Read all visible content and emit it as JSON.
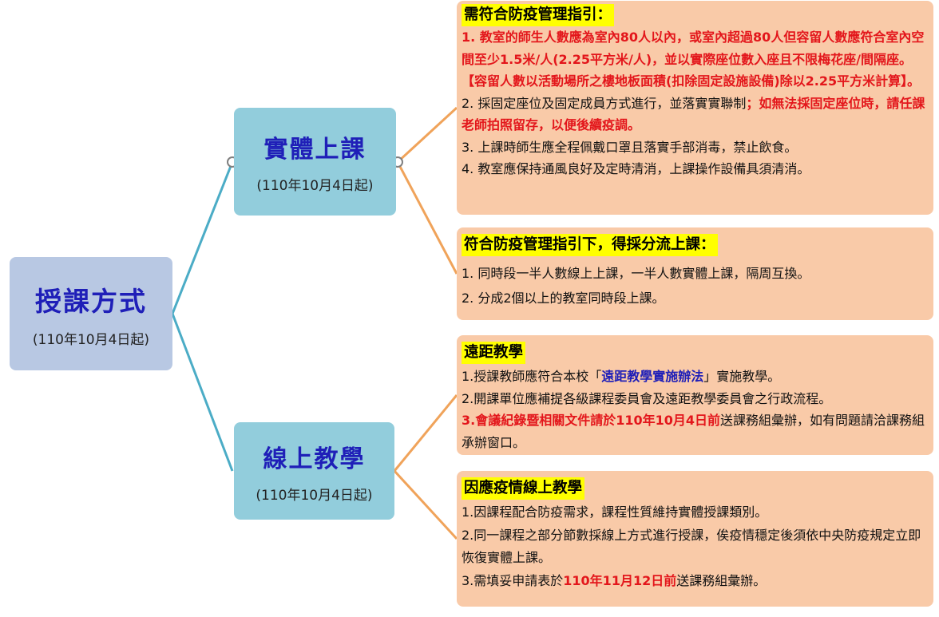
{
  "root": {
    "title": "授課方式",
    "date": "(110年10月4日起)"
  },
  "branch_physical": {
    "title": "實體上課",
    "date": "(110年10月4日起)"
  },
  "branch_online": {
    "title": "線上教學",
    "date": "(110年10月4日起)"
  },
  "card_guidelines": {
    "heading": "需符合防疫管理指引：",
    "item1": "1. 教室的師生人數應為室內80人以內，或室內超過80人但容留人數應符合室內空間至少1.5米/人(2.25平方米/人)，並以實際座位數入座且不限梅花座/間隔座。【容留人數以活動場所之樓地板面積(扣除固定設施設備)除以2.25平方米計算】。",
    "item2_normal": "2. 採固定座位及固定成員方式進行，並落實實聯制",
    "item2_red": "；如無法採固定座位時，請任課老師拍照留存，以便後續疫調。",
    "item3": "3. 上課時師生應全程佩戴口罩且落實手部消毒，禁止飲食。",
    "item4": "4. 教室應保持通風良好及定時清消，上課操作設備具須清消。"
  },
  "card_split": {
    "heading": "符合防疫管理指引下，得採分流上課：",
    "item1": "1. 同時段一半人數線上上課，一半人數實體上課，隔周互換。",
    "item2": "2. 分成2個以上的教室同時段上課。"
  },
  "card_remote": {
    "heading": "遠距教學",
    "item1_pre": "1.授課教師應符合本校「",
    "item1_blue": "遠距教學實施辦法",
    "item1_post": "」實施教學。",
    "item2": "2.開課單位應補提各級課程委員會及遠距教學委員會之行政流程。",
    "item3_red": "3.會議紀錄暨相關文件請於110年10月4日前",
    "item3_post": "送課務組彙辦，如有問題請洽課務組承辦窗口。"
  },
  "card_epidemic": {
    "heading": "因應疫情線上教學",
    "item1": "1.因課程配合防疫需求，課程性質維持實體授課類別。",
    "item2": "2.同一課程之部分節數採線上方式進行授課，俟疫情穩定後須依中央防疫規定立即恢復實體上課。",
    "item3_pre": "3.需填妥申請表於",
    "item3_red": "110年11月12日前",
    "item3_post": "送課務組彙辦。"
  },
  "colors": {
    "root_fill": "#b8c8e3",
    "branch_fill": "#92cddc",
    "card_fill": "#f9caa8",
    "highlight": "#ffff00",
    "title_blue": "#1f1fb8",
    "alert_red": "#e3161b",
    "teal_line": "#4bacc6",
    "orange_line": "#f0a35a"
  }
}
